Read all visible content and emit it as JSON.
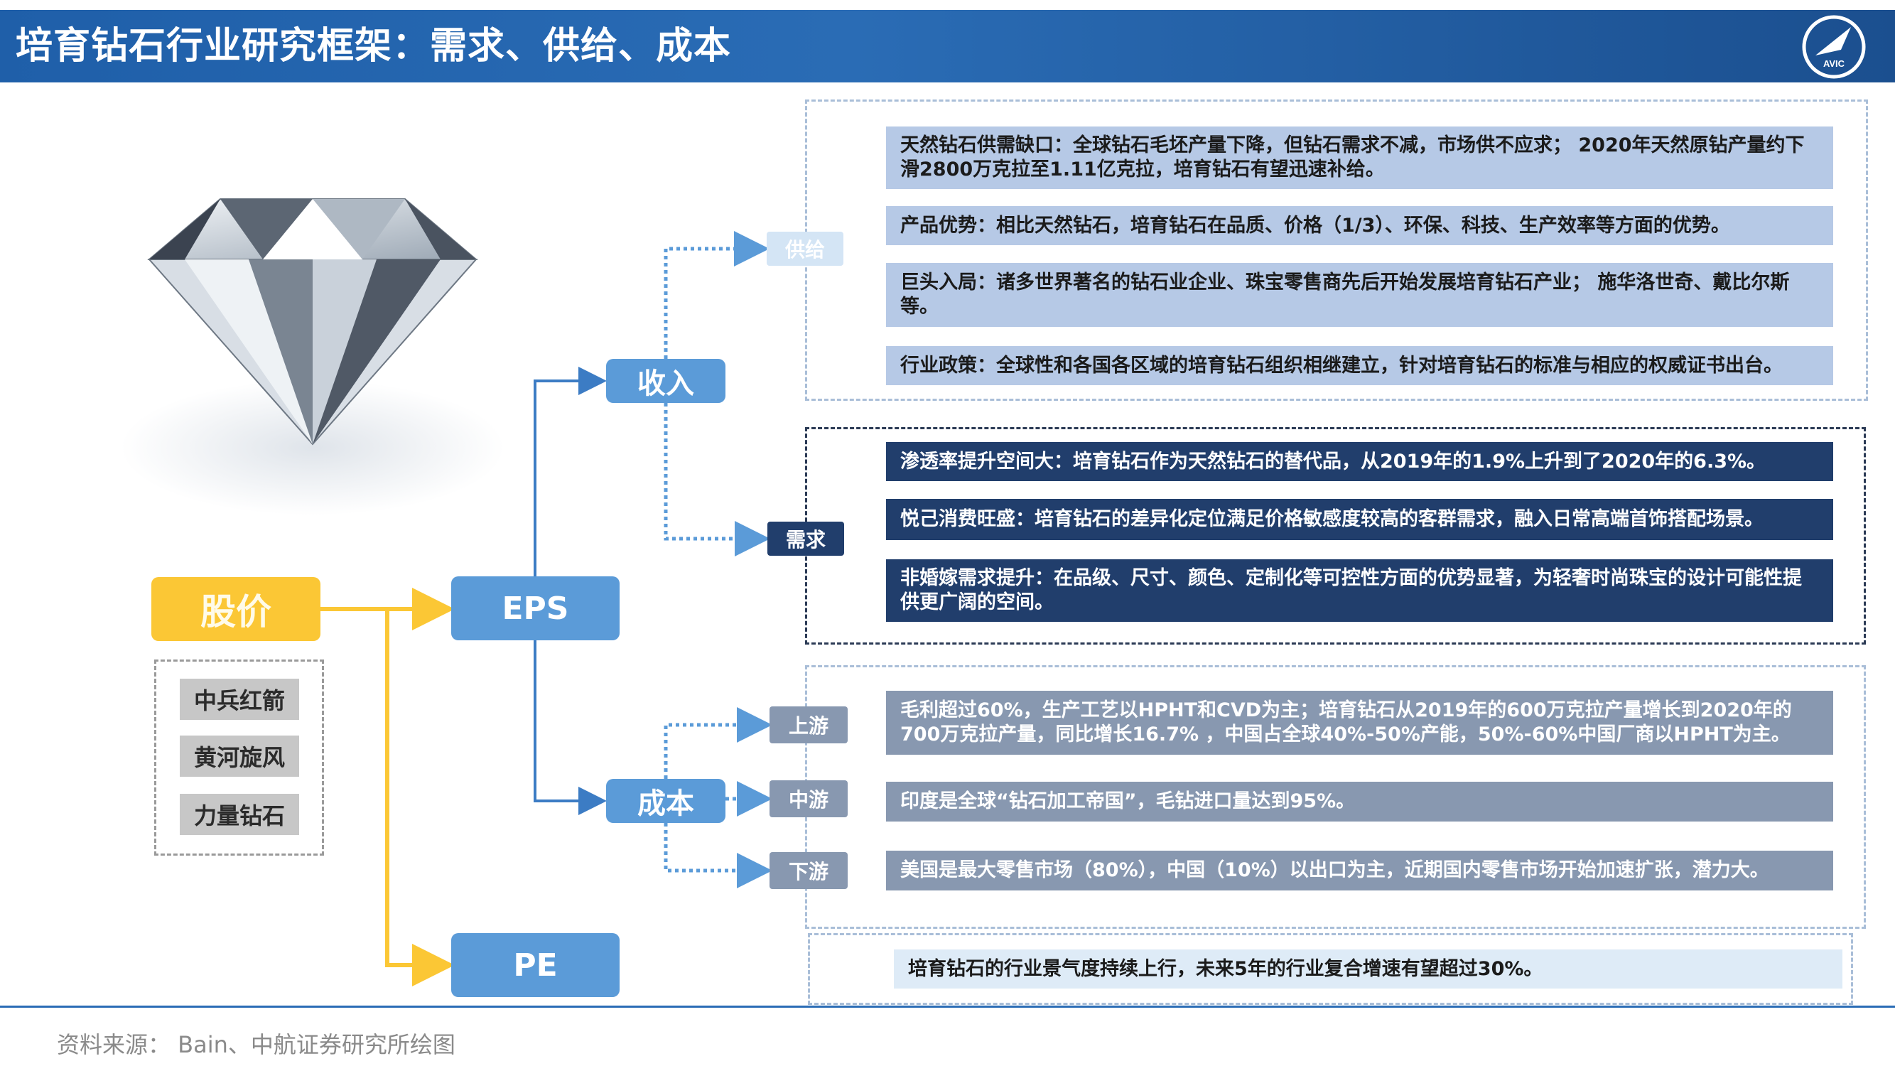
{
  "header": {
    "title": "培育钻石行业研究框架：需求、供给、成本",
    "logo_text": "AVIC"
  },
  "footer": {
    "source": "资料来源： Bain、中航证券研究所绘图"
  },
  "nodes": {
    "price": "股价",
    "eps": "EPS",
    "pe": "PE",
    "revenue": "收入",
    "cost": "成本"
  },
  "stocks": [
    "中兵红箭",
    "黄河旋风",
    "力量钻石"
  ],
  "tags": {
    "supply": "供给",
    "demand": "需求",
    "upstream": "上游",
    "midstream": "中游",
    "downstream": "下游"
  },
  "supply_items": [
    "天然钻石供需缺口：全球钻石毛坯产量下降，但钻石需求不减，市场供不应求； 2020年天然原钻产量约下滑2800万克拉至1.11亿克拉，培育钻石有望迅速补给。",
    "产品优势：相比天然钻石，培育钻石在品质、价格（1/3）、环保、科技、生产效率等方面的优势。",
    "巨头入局：诸多世界著名的钻石业企业、珠宝零售商先后开始发展培育钻石产业； 施华洛世奇、戴比尔斯等。",
    "行业政策：全球性和各国各区域的培育钻石组织相继建立，针对培育钻石的标准与相应的权威证书出台。"
  ],
  "demand_items": [
    "渗透率提升空间大：培育钻石作为天然钻石的替代品，从2019年的1.9%上升到了2020年的6.3%。",
    "悦己消费旺盛：培育钻石的差异化定位满足价格敏感度较高的客群需求，融入日常高端首饰搭配场景。",
    "非婚嫁需求提升：在品级、尺寸、颜色、定制化等可控性方面的优势显著，为轻奢时尚珠宝的设计可能性提供更广阔的空间。"
  ],
  "cost_items": [
    "毛利超过60%，生产工艺以HPHT和CVD为主；培育钻石从2019年的600万克拉产量增长到2020年的700万克拉产量，同比增长16.7% ，中国占全球40%-50%产能，50%-60%中国厂商以HPHT为主。",
    "印度是全球“钻石加工帝国”，毛钻进口量达到95%。",
    "美国是最大零售市场（80%），中国（10%）以出口为主，近期国内零售市场开始加速扩张，潜力大。"
  ],
  "pe_item": "培育钻石的行业景气度持续上行，未来5年的行业复合增速有望超过30%。",
  "colors": {
    "header": "#2a6cb5",
    "node_blue": "#5b9bd8",
    "price_yellow": "#fbc735",
    "dark_navy": "#213e6c",
    "slate": "#8898b0",
    "light_blue": "#b6c9e6"
  }
}
